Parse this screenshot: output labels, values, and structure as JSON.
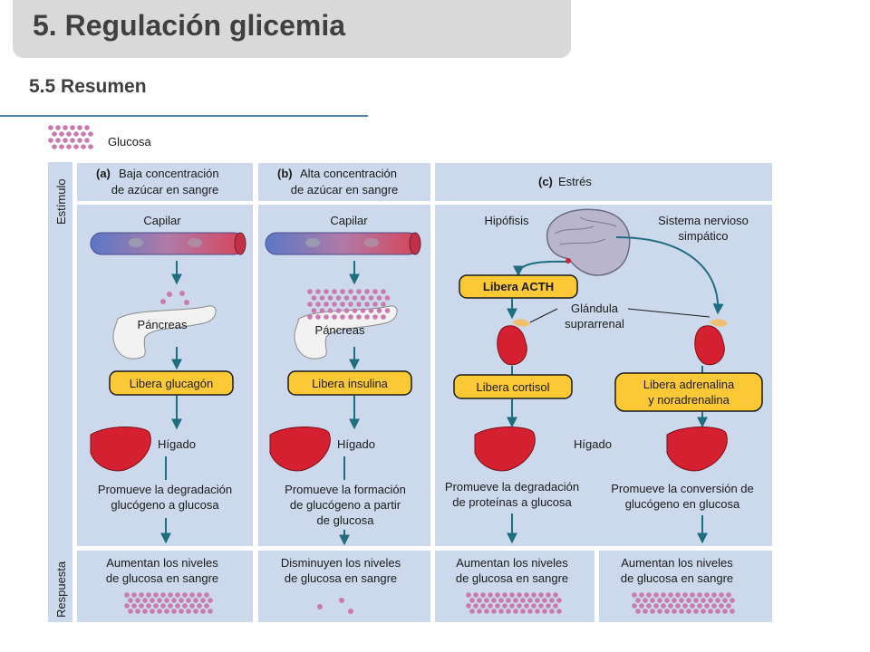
{
  "slide": {
    "title": "5. Regulación glicemia",
    "subtitle": "5.5 Resumen"
  },
  "legend": {
    "glucose_label": "Glucosa"
  },
  "rows": {
    "stimulus": "Estímulo",
    "response": "Respuesta"
  },
  "columns": {
    "a": {
      "tag": "(a)",
      "header_line1": "Baja concentración",
      "header_line2": "de azúcar en sangre",
      "vessel_label": "Capilar",
      "organ_label": "Páncreas",
      "action": "Libera glucagón",
      "liver_label": "Hígado",
      "effect_lines": [
        "Promueve la degradación",
        "glucógeno a glucosa"
      ],
      "response_lines": [
        "Aumentan los niveles",
        "de glucosa en sangre"
      ]
    },
    "b": {
      "tag": "(b)",
      "header_line1": "Alta concentración",
      "header_line2": "de azúcar en sangre",
      "vessel_label": "Capilar",
      "organ_label": "Páncreas",
      "action": "Libera insulina",
      "liver_label": "Hígado",
      "effect_lines": [
        "Promueve la formación",
        "de glucógeno a partir",
        "de glucosa"
      ],
      "response_lines": [
        "Disminuyen los niveles",
        "de glucosa en sangre"
      ]
    },
    "c": {
      "tag": "(c)",
      "header": "Estrés",
      "pituitary_label": "Hipófisis",
      "nervous_label_lines": [
        "Sistema nervioso",
        "simpático"
      ],
      "acth_action": "Libera ACTH",
      "adrenal_label_lines": [
        "Glándula",
        "suprarrenal"
      ],
      "cortisol_action": "Libera cortisol",
      "adrenaline_action_lines": [
        "Libera adrenalina",
        "y noradrenalina"
      ],
      "liver_label": "Hígado",
      "effect_left_lines": [
        "Promueve la degradación",
        "de proteínas a glucosa"
      ],
      "effect_right_lines": [
        "Promueve la conversión de",
        "glucógeno en glucosa"
      ],
      "response_left_lines": [
        "Aumentan los niveles",
        "de glucosa en sangre"
      ],
      "response_right_lines": [
        "Aumentan los niveles",
        "de glucosa en sangre"
      ]
    }
  },
  "colors": {
    "panel": "#ccd9ec",
    "action_box": "#fcc936",
    "arrow": "#1f6e80",
    "glucose_dot": "#c97ab0",
    "liver": "#d42030"
  }
}
